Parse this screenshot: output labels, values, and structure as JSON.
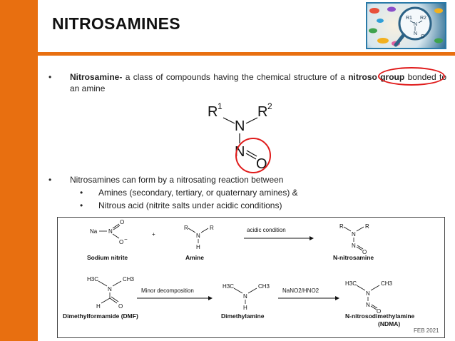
{
  "slide": {
    "title": "NITROSAMINES",
    "date": "FEB 2021"
  },
  "logo": {
    "r1": "R1",
    "r2": "R2",
    "n_top": "N",
    "n_bottom": "N",
    "o": "O"
  },
  "bullets": [
    {
      "symbol": "•",
      "term": "Nitrosamine-",
      "text_before": " a class of compounds having the chemical structure of a ",
      "highlight": "nitroso group",
      "text_after": " bonded to an amine"
    },
    {
      "symbol": "•",
      "text": "Nitrosamines can form by a nitrosating reaction between",
      "sub_items": [
        {
          "symbol": "•",
          "text": "Amines (secondary, tertiary, or quaternary amines) &"
        },
        {
          "symbol": "•",
          "text": "Nitrous acid (nitrite salts under acidic conditions)"
        }
      ]
    }
  ],
  "structure": {
    "r1": "R",
    "r1_sup": "1",
    "r2": "R",
    "r2_sup": "2",
    "n1": "N",
    "n2": "N",
    "o": "O"
  },
  "reaction1": {
    "na": "Na",
    "n": "N",
    "o_top": "O",
    "o_bottom": "O",
    "minus": "−",
    "plus": "+",
    "amine_r1": "R",
    "amine_r2": "R",
    "amine_n": "N",
    "amine_h": "H",
    "arrow_label": "acidic condition",
    "prod_r1": "R",
    "prod_r2": "R",
    "prod_n": "N",
    "prod_n2": "N",
    "prod_o": "O",
    "label_sodium_nitrite": "Sodium nitrite",
    "label_amine": "Amine",
    "label_nitrosamine": "N-nitrosamine"
  },
  "reaction2": {
    "dmf_h3c": "H3C",
    "dmf_ch3": "CH3",
    "dmf_n": "N",
    "dmf_h": "H",
    "dmf_o": "O",
    "arrow1_label": "Minor decomposition",
    "dma_h3c": "H3C",
    "dma_ch3": "CH3",
    "dma_n": "N",
    "dma_h": "H",
    "arrow2_label": "NaNO2/HNO2",
    "ndma_h3c": "H3C",
    "ndma_ch3": "CH3",
    "ndma_n": "N",
    "ndma_n2": "N",
    "ndma_o": "O",
    "label_dmf": "Dimethylformamide (DMF)",
    "label_dma": "Dimethylamine",
    "label_ndma": "N-nitrosodimethylamine",
    "label_ndma_abbr": "(NDMA)"
  },
  "colors": {
    "accent_orange": "#e86f10",
    "highlight_red": "#e01b1b",
    "logo_border": "#2a7aa8"
  }
}
